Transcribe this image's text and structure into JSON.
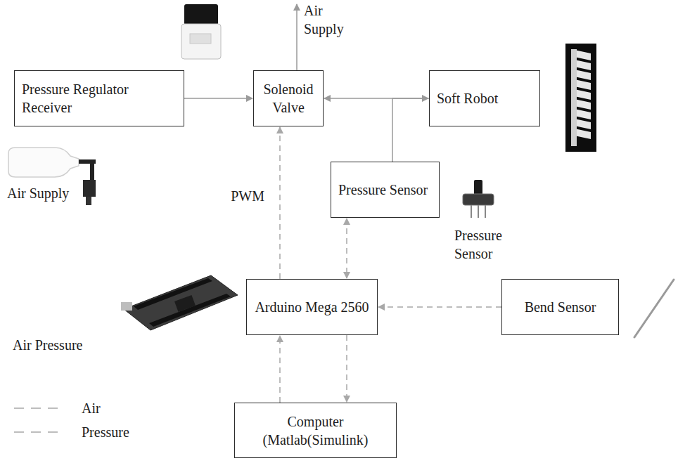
{
  "diagram": {
    "nodes": [
      {
        "text": [
          "Pressure Regulator Receiver"
        ]
      },
      {
        "text": [
          "Solenoid Valve"
        ]
      },
      {
        "text": [
          "Soft Robot"
        ]
      },
      {
        "text": [
          "Pressure Sensor"
        ]
      },
      {
        "text": [
          "Arduino Mega 2560"
        ]
      },
      {
        "text": [
          "Bend Sensor"
        ]
      },
      {
        "text": [
          "Computer (Matlab(Simulink)"
        ]
      }
    ],
    "edges": [
      {
        "from": 0,
        "to": 1,
        "arrow": "to"
      },
      {
        "from": 1,
        "to": 2,
        "arrow": "both"
      },
      {
        "from": 3,
        "to": 2,
        "arrow": "none"
      },
      {
        "from": 4,
        "to": 1,
        "label": "PWM",
        "arrow": "to"
      },
      {
        "from": 3,
        "to": 4,
        "arrow": "both"
      },
      {
        "from": 5,
        "to": 4,
        "arrow": "to"
      },
      {
        "from": 6,
        "to": 4,
        "arrow": "to"
      },
      {
        "from": 4,
        "to": 6,
        "arrow": "to"
      }
    ],
    "labels": [
      "Air Supply",
      "Air Supply",
      "Pressure Sensor",
      "Air Pressure"
    ],
    "legend": [
      {
        "text": "Air"
      },
      {
        "text": "Pressure"
      }
    ]
  }
}
